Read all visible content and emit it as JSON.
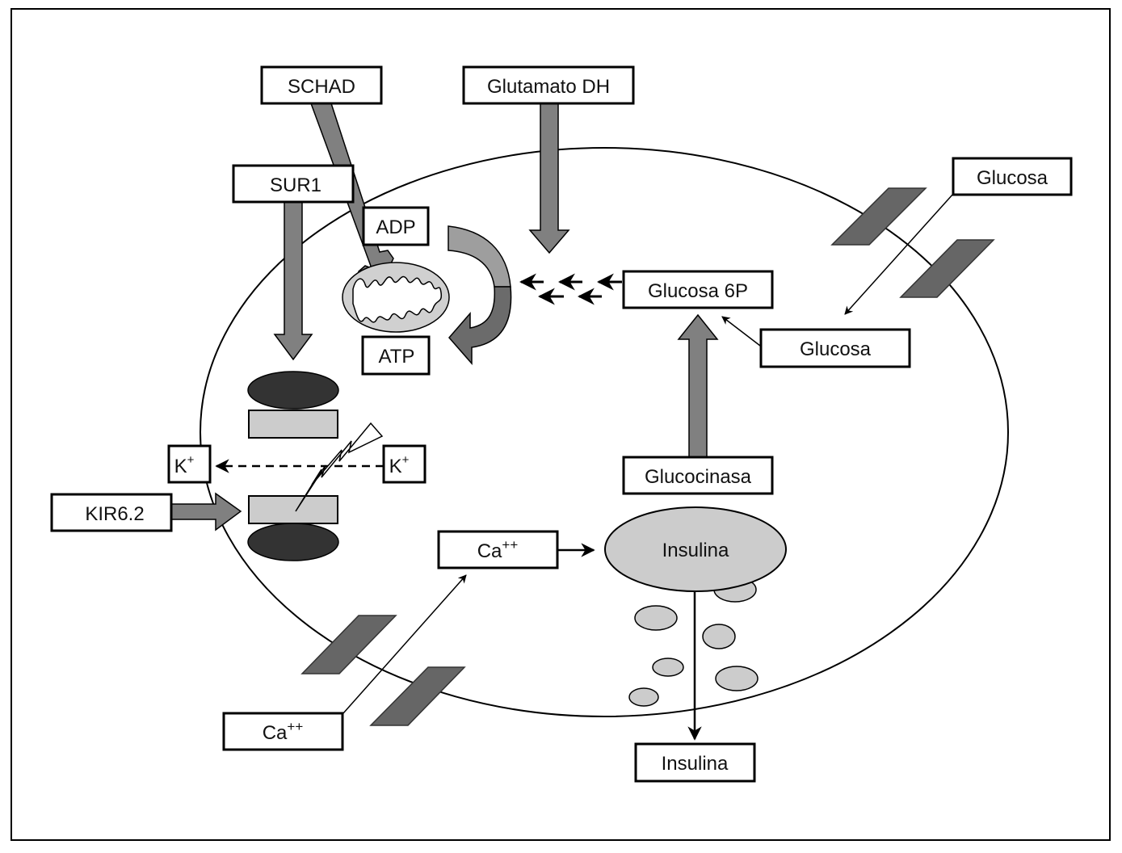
{
  "diagram": {
    "type": "pancreatic-beta-cell-insulin-secretion",
    "colors": {
      "frame": "#000000",
      "arrow_gray": "#808080",
      "curved_arrow_light": "#9e9e9e",
      "curved_arrow_dark": "#6b6b6b",
      "channel_dark": "#333333",
      "channel_light": "#cccccc",
      "transporter": "#666666",
      "vesicle": "#cccccc",
      "mitochondrion": "#d0d0d0"
    },
    "labels": {
      "schad": "SCHAD",
      "glutamato_dh": "Glutamato DH",
      "sur1": "SUR1",
      "adp": "ADP",
      "atp": "ATP",
      "glucosa_ext": "Glucosa",
      "glucosa_int": "Glucosa",
      "glucosa_6p": "Glucosa 6P",
      "glucocinasa": "Glucocinasa",
      "k_in": "K",
      "k_in_sup": "+",
      "k_out": "K",
      "k_out_sup": "+",
      "kir62": "KIR6.2",
      "ca_int": "Ca",
      "ca_int_sup": "++",
      "ca_ext": "Ca",
      "ca_ext_sup": "++",
      "insulina_granule": "Insulina",
      "insulina_out": "Insulina"
    }
  }
}
